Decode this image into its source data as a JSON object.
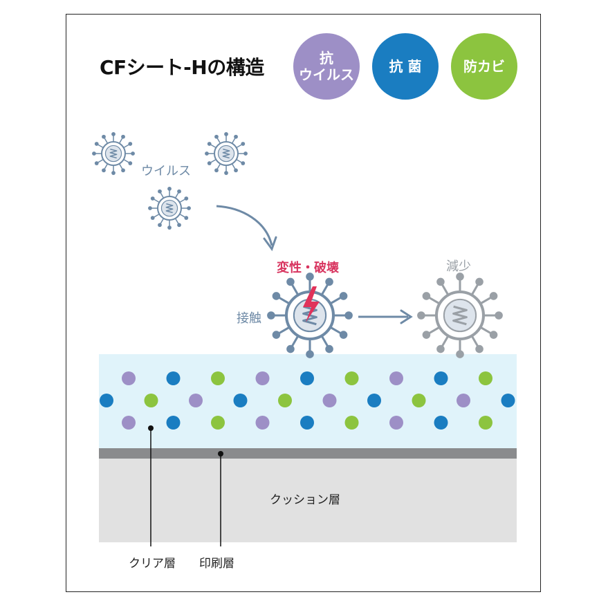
{
  "title": "CFシート-Hの構造",
  "badges": [
    {
      "label": "抗\nウイルス",
      "color": "#9d8fc6"
    },
    {
      "label": "抗 菌",
      "color": "#1a7dc1"
    },
    {
      "label": "防カビ",
      "color": "#8cc43f"
    }
  ],
  "labels": {
    "virus": "ウイルス",
    "change": "変性・破壊",
    "reduce": "減少",
    "contact": "接触",
    "cushion": "クッション層",
    "clear": "クリア層",
    "print": "印刷層"
  },
  "colors": {
    "virus": "#6e8aa6",
    "virus_reduced": "#9aa0a6",
    "lightning": "#e0325a",
    "dot_purple": "#9d8fc6",
    "dot_blue": "#1a7dc1",
    "dot_green": "#8cc43f"
  },
  "dot_pattern": {
    "row1": [
      "purple",
      "blue",
      "green",
      "purple",
      "blue",
      "green",
      "purple",
      "blue",
      "green"
    ],
    "row2": [
      "blue",
      "green",
      "purple",
      "blue",
      "green",
      "purple",
      "blue",
      "green",
      "purple",
      "blue"
    ],
    "row3": [
      "purple",
      "blue",
      "green",
      "purple",
      "blue",
      "green",
      "purple",
      "blue",
      "green"
    ]
  }
}
